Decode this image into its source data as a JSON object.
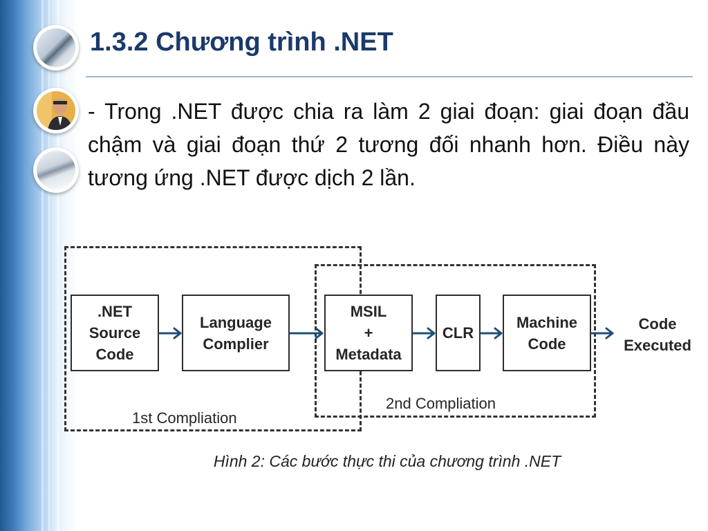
{
  "slide": {
    "title": "1.3.2 Chương trình .NET",
    "paragraph": "- Trong .NET được chia ra làm 2 giai đoạn: giai đoạn đầu chậm và giai đoạn thứ 2 tương đối nhanh hơn. Điều này tương ứng .NET được dịch 2 lần."
  },
  "diagram": {
    "boxes": {
      "source": ".NET\nSource\nCode",
      "compiler": "Language\nComplier",
      "msil": "MSIL\n+\nMetadata",
      "clr": "CLR",
      "machine": "Machine\nCode"
    },
    "output": "Code\nExecuted",
    "group_labels": {
      "first": "1st Compliation",
      "second": "2nd Compliation"
    },
    "caption": "Hình 2: Các bước thực thi của chương trình .NET"
  },
  "colors": {
    "title": "#1a3a6b",
    "arrow": "#1f4e79",
    "box_border": "#2d2d2d",
    "sidebar": "#3f7dba"
  }
}
